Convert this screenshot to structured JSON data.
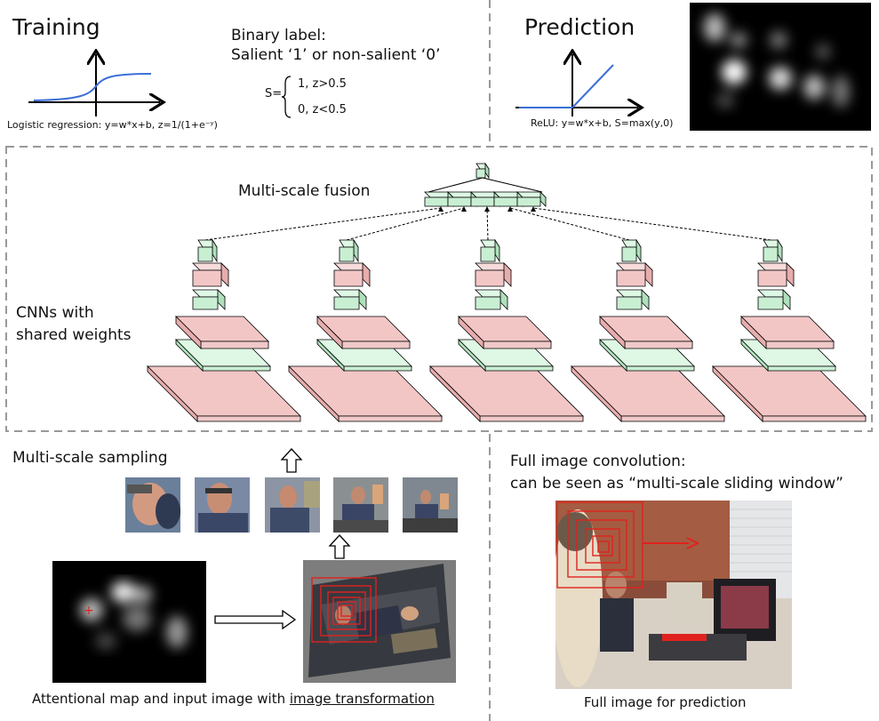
{
  "training": {
    "title": "Training",
    "binary_label_line1": "Binary label:",
    "binary_label_line2": "Salient ‘1’ or non-salient ‘0’",
    "s_eq": "S=",
    "case1": "1, z>0.5",
    "case0": "0, z<0.5",
    "caption": "Logistic regression: y=w*x+b, z=1/(1+e⁻ʸ)"
  },
  "prediction": {
    "title": "Prediction",
    "caption": "ReLU: y=w*x+b, S=max(y,0)"
  },
  "network": {
    "fusion_label": "Multi-scale fusion",
    "cnn_label_line1": "CNNs with",
    "cnn_label_line2": "shared weights",
    "columns": 5
  },
  "sampling": {
    "title": "Multi-scale sampling",
    "caption_prefix": "Attentional map and input image with ",
    "caption_link": "image transformation"
  },
  "full_image": {
    "title_line1": "Full image convolution:",
    "title_line2": "can be seen as “multi-scale sliding window”",
    "caption": "Full image for prediction"
  },
  "colors": {
    "green_front": "#c9efd3",
    "green_top": "#dff7e5",
    "green_side": "#aee0bc",
    "red_front": "#f3c6c6",
    "red_top": "#f8dcdc",
    "red_side": "#e7adad",
    "dash": "#999999",
    "curve": "#3b6fd6",
    "box_red": "#e0221e"
  }
}
